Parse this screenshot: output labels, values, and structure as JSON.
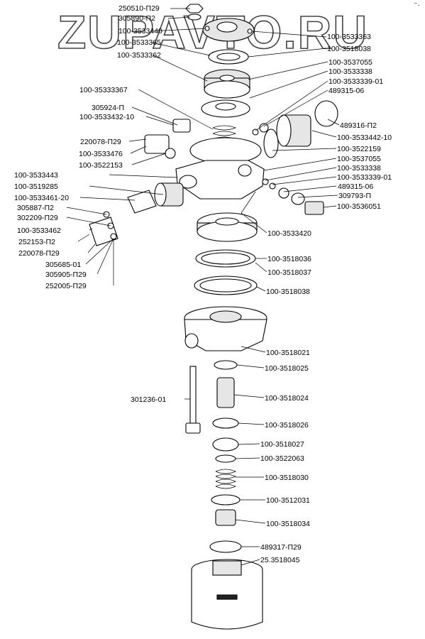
{
  "watermark": "ZUPAVTO.RU",
  "corner_mark": "⁻·",
  "labels": {
    "l01": "250510-П29",
    "l02": "305890-П2",
    "l03": "100-3533440",
    "l04": "100-3533365",
    "l05": "100-3533362",
    "l06": "100-3533363",
    "l07": "100-3518038",
    "l08": "100-3537055",
    "l09": "100-3533338",
    "l10": "100-3533339-01",
    "l11": "489315-06",
    "l12": "100-35333367",
    "l13": "305924-П",
    "l14": "100-3533432-10",
    "l15": "489316-П2",
    "l16": "100-3533442-10",
    "l17": "220078-П29",
    "l18": "100-3533476",
    "l19": "100-3522153",
    "l20": "100-3522159",
    "l21": "100-3537055",
    "l22": "100-3533338",
    "l23": "100-3533339-01",
    "l24": "489315-06",
    "l25": "309793-П",
    "l26": "100-3536051",
    "l27": "100-3533443",
    "l28": "100-3519285",
    "l29": "100-3533461-20",
    "l30": "305887-П2",
    "l31": "302209-П29",
    "l32": "100-3533462",
    "l33": "252153-П2",
    "l34": "220078-П29",
    "l35": "305685-01",
    "l36": "305905-П29",
    "l37": "252005-П29",
    "l38": "100-3533420",
    "l39": "100-3518036",
    "l40": "100-3518037",
    "l41": "100-3518038",
    "l42": "100-3518021",
    "l43": "100-3518025",
    "l44": "301236-01",
    "l45": "100-3518024",
    "l46": "100-3518026",
    "l47": "100-3518027",
    "l48": "100-3522063",
    "l49": "100-3518030",
    "l50": "100-3512031",
    "l51": "100-3518034",
    "l52": "489317-П29",
    "l53": "25.3518045"
  }
}
